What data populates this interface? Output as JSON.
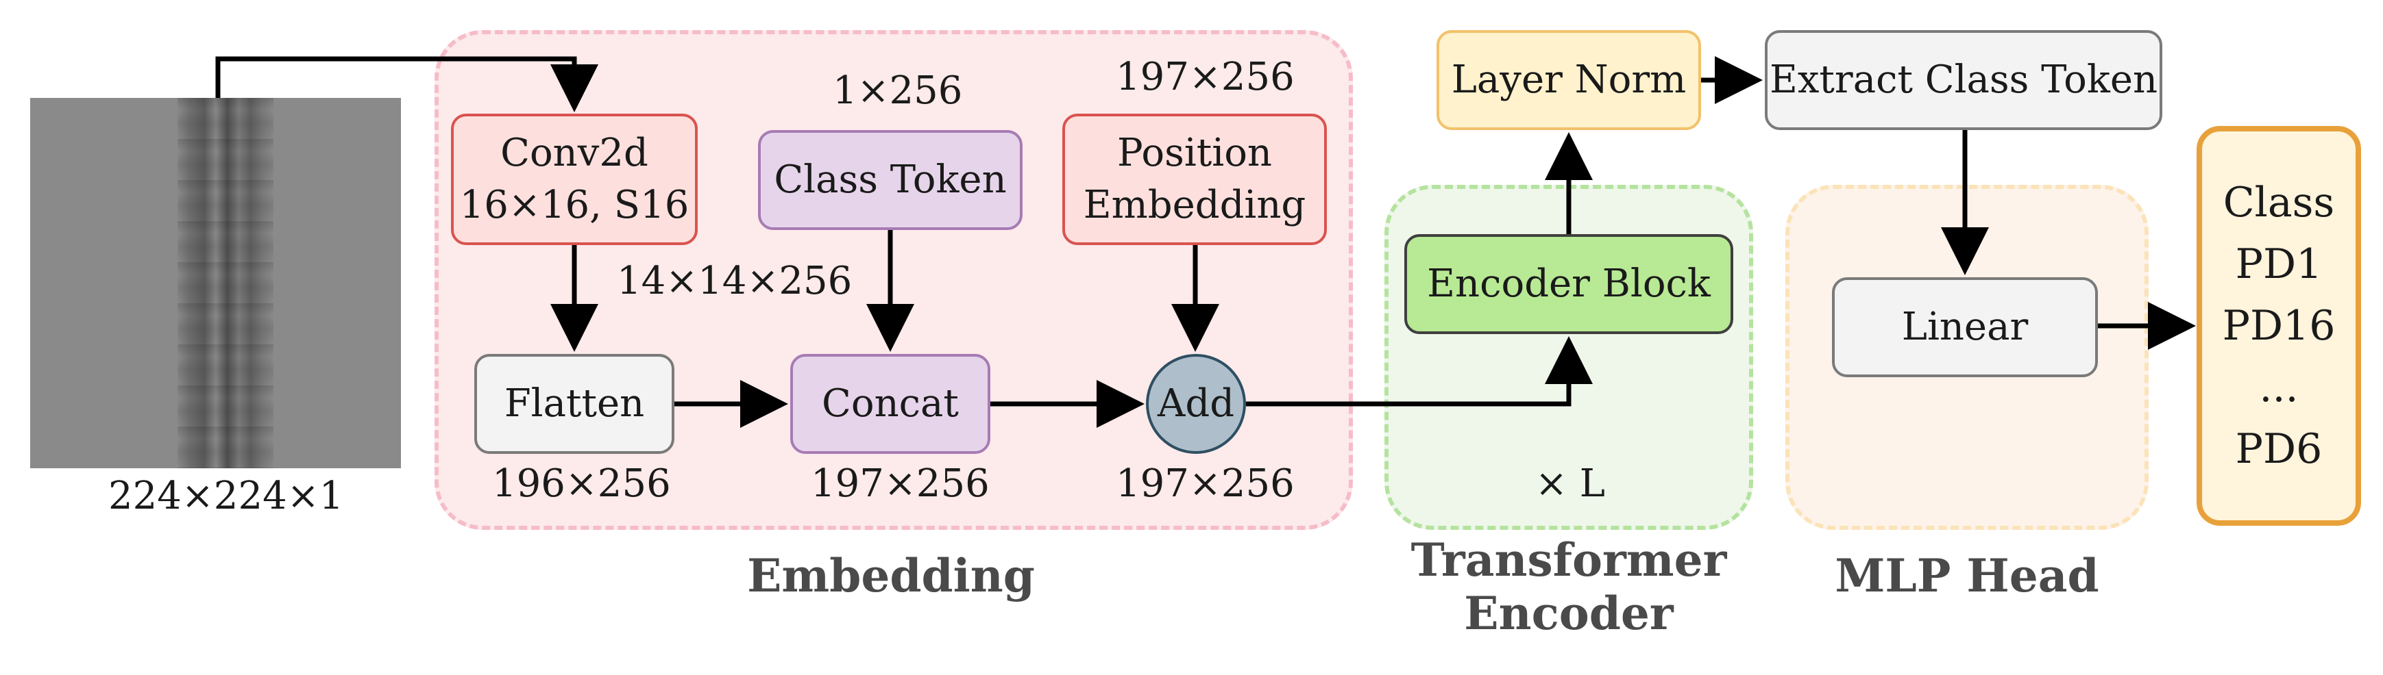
{
  "input": {
    "size_label": "224×224×1"
  },
  "regions": {
    "embedding": "Embedding",
    "encoder_line1": "Transformer",
    "encoder_line2": "Encoder",
    "mlp": "MLP Head"
  },
  "nodes": {
    "conv2d_line1": "Conv2d",
    "conv2d_line2": "16×16, S16",
    "class_token": "Class Token",
    "position_line1": "Position",
    "position_line2": "Embedding",
    "flatten": "Flatten",
    "concat": "Concat",
    "add": "Add",
    "encoder_block": "Encoder Block",
    "layer_norm": "Layer Norm",
    "extract_class_token": "Extract Class Token",
    "linear": "Linear"
  },
  "dims": {
    "class_token": "1×256",
    "position": "197×256",
    "conv_out": "14×14×256",
    "flatten_out": "196×256",
    "concat_out": "197×256",
    "add_out": "197×256",
    "repeat": "× L"
  },
  "output": {
    "classes": [
      "Class",
      "PD1",
      "PD16",
      "...",
      "PD6"
    ]
  },
  "colors": {
    "embedding_region": "#fdeaea",
    "encoder_region": "#eef7ea",
    "mlp_region": "#fdf3ea",
    "conv_fill": "#fde0dd",
    "class_token_fill": "#e6d5ea",
    "encoder_block_fill": "#b8e994",
    "layer_norm_fill": "#fff2cc",
    "add_fill": "#aebfcb",
    "output_border": "#e8a13a"
  }
}
